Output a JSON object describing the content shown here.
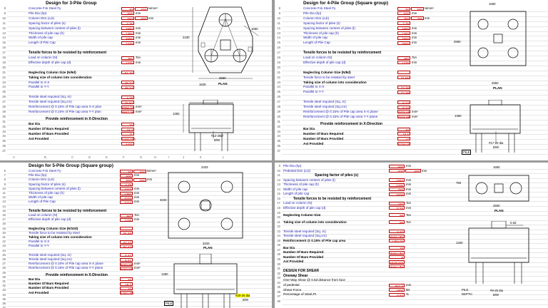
{
  "q1": {
    "title": "Design for 3-Pile Group",
    "rows": [
      "8",
      "9",
      "10",
      "11",
      "12",
      "13",
      "14",
      "15",
      "16",
      "17",
      "18",
      "19",
      "20",
      "21",
      "22",
      "23",
      "24",
      "25",
      "26",
      "27",
      "28",
      "29",
      "30",
      "31",
      "32",
      "33",
      "34",
      "35",
      "36",
      "37"
    ],
    "inputs": [
      {
        "label": "Concrete Fck Steel  Fy",
        "v1": "30",
        "v2": "500",
        "unit": "N/mm²"
      },
      {
        "label": "Pile Dia (hp)",
        "v1": "600",
        "unit": "mm"
      },
      {
        "label": "Column Dim (a,b)",
        "v1": "600",
        "v2": "600",
        "unit": "mm"
      },
      {
        "label": "Spacing factor of piles (s)",
        "v1": "2.75"
      },
      {
        "label": "Spacing between centers of piles (l)",
        "v1": "1650",
        "unit": "mm"
      },
      {
        "label": "Thickness of pile cap (h)",
        "v1": "1350",
        "unit": "mm"
      },
      {
        "label": "Width of pile cap",
        "v1": "2650",
        "unit": "mm"
      },
      {
        "label": "Length of Pile Cap",
        "v1": "2430",
        "unit": "mm"
      }
    ],
    "tensile_head": "Tensile forces to be resisted by reinforcement",
    "load": {
      "label": "Load on column (N)",
      "v": "360",
      "unit": "Ton"
    },
    "depth": {
      "label": "Effective depth of pile cap (d)",
      "v": "1275",
      "unit": "mm"
    },
    "neglect": {
      "label": "Neglecting Column Size (N/9d)",
      "v": "51.76"
    },
    "taking": "Taking size of column into consideration",
    "par_x": {
      "label": "Parallel to X-X",
      "v": "48.34"
    },
    "par_y": {
      "label": "Parallel to Y-Y",
      "v": "48.34"
    },
    "steel": [
      {
        "label": "Tensile steel required (Sq. In)",
        "v": "4.29"
      },
      {
        "label": "Tensile steel required (Sq.cm)",
        "v": "25.60"
      },
      {
        "label": "Reinforcement @ 0.15% of Pile cap area X-X plan",
        "v": "5066.33",
        "unit": "mm²"
      },
      {
        "label": "Reinforcement @ 0.15% of Pile cap area Y-Y plan",
        "v": "4847.38",
        "unit": "mm²"
      }
    ],
    "provide_head": "Provide reinforcement in X-Direction",
    "bars": [
      {
        "label": "Bar Dia",
        "v": "25"
      },
      {
        "label": "Number Of Bars Required",
        "v": "10.3"
      },
      {
        "label": "Number Of Bars Provided",
        "v": "11"
      },
      {
        "label": "Ast Provided",
        "v": "5400.000"
      },
      {
        "label": "",
        "v": "5400"
      }
    ],
    "cols": [
      "A",
      "B",
      "C",
      "D",
      "E",
      "F",
      "G",
      "H",
      "I",
      "J",
      "K",
      "L"
    ],
    "dims": {
      "w": "2430",
      "l": "2650",
      "a": "1650",
      "b": "1625",
      "h": "1350",
      "bar": "#12-25Ø",
      "bw": "B/W"
    },
    "plan": "PLAN"
  },
  "q2": {
    "title": "Design for 4-Pile Group (Square group)",
    "rows": [
      "8",
      "9",
      "10",
      "11",
      "12",
      "13",
      "14",
      "15",
      "16",
      "17",
      "18",
      "19",
      "20",
      "21",
      "22",
      "23",
      "24",
      "25",
      "26",
      "27",
      "28",
      "29",
      "30",
      "31",
      "32",
      "33",
      "34",
      "35",
      "36",
      "37"
    ],
    "inputs": [
      {
        "label": "Concrete Fck Steel  Fy",
        "v1": "30",
        "v2": "500",
        "unit": "N/mm²"
      },
      {
        "label": "Pile Dia (hp)",
        "v1": "600",
        "unit": "mm"
      },
      {
        "label": "Column Dim (a,b)",
        "v1": "750",
        "v2": "750",
        "unit": "mm"
      },
      {
        "label": "Spacing factor of piles (s)",
        "v1": "2.75"
      },
      {
        "label": "Spacing between centers of piles (l)",
        "v1": "1650",
        "unit": "mm"
      },
      {
        "label": "Thickness of pile cap (h)",
        "v1": "1350",
        "unit": "mm"
      },
      {
        "label": "Width of pile cap",
        "v1": "2550",
        "unit": "mm"
      },
      {
        "label": "Length of Pile Cap",
        "v1": "2550",
        "unit": "mm"
      }
    ],
    "tensile_head": "Tensile forces to be resisted by reinforcement",
    "load": {
      "label": "Load on column (N)",
      "v": "480",
      "unit": "Ton"
    },
    "depth": {
      "label": "Effective depth of pile cap (d)",
      "v": "1275",
      "unit": "mm"
    },
    "neglect": {
      "label": "Neglecting Column Size (N/8d)",
      "v": ""
    },
    "tens_y": {
      "label": "Tensile force to be resisted by steel",
      "v": "77.65"
    },
    "taking": "Taking size of column into consideration",
    "par_x": {
      "label": "Parallel to X-X",
      "v": "72.38"
    },
    "par_y": {
      "label": "Parallel to Y-Y",
      "v": "72.38"
    },
    "steel": [
      {
        "label": "Tensile steel required (Sq. In)",
        "v": "6.44"
      },
      {
        "label": "Tensile steel required (Sq.cm)",
        "v": "6.44"
      },
      {
        "label": "Reinforcement @ 0.15% of Pile cap area X-X plane",
        "v": "4876.88",
        "unit": "mm²"
      },
      {
        "label": "Reinforcement @ 0.15% of Pile cap area Y-Y plane",
        "v": "4876.88",
        "unit": "mm²"
      }
    ],
    "provide_head": "Provide reinforcement in X-Direction",
    "bars": [
      {
        "label": "Bar Dia",
        "v": "20"
      },
      {
        "label": "Number Of Bars Required",
        "v": "15.5"
      },
      {
        "label": "Number Of Bars Provided",
        "v": "17"
      },
      {
        "label": "Ast Provided",
        "v": "5338.00"
      }
    ],
    "dims": {
      "top": "1650",
      "left": "2550",
      "w": "2550",
      "h": "1350",
      "bar": "#17-20 dia",
      "bw": "B/W",
      "pile": "PILE"
    },
    "plan": "PLAN"
  },
  "q3": {
    "title": "Design for 5-Pile Group (Square group)",
    "rows": [
      "6",
      "7",
      "8",
      "9",
      "10",
      "11",
      "12",
      "13",
      "14",
      "15",
      "16",
      "17",
      "18",
      "19",
      "20",
      "21",
      "22",
      "23",
      "24",
      "25",
      "26",
      "27",
      "28",
      "29",
      "30",
      "31",
      "32",
      "33",
      "34",
      "35",
      "36",
      "37"
    ],
    "inputs": [
      {
        "label": "Concrete Fck Steel  Fy",
        "v1": "30",
        "v2": "500",
        "unit": "N/mm²"
      },
      {
        "label": "Pile Dia (hp)",
        "v1": "600",
        "unit": "mm"
      },
      {
        "label": "Column Dim (a,b)",
        "v1": "600",
        "v2": "600",
        "unit": "mm"
      },
      {
        "label": "Spacing factor of piles (s)",
        "v1": "2.75"
      },
      {
        "label": "Spacing between centers of piles (l)",
        "v1": "2333",
        "unit": "mm"
      },
      {
        "label": "Thickness of pile cap (h)",
        "v1": "1350",
        "unit": "mm"
      },
      {
        "label": "Width of pile cap",
        "v1": "3233",
        "unit": "mm"
      },
      {
        "label": "Length of Pile Cap",
        "v1": "3233",
        "unit": "mm"
      }
    ],
    "tensile_head": "Tensile forces to be resisted by reinforcement",
    "load": {
      "label": "Load on column (N)",
      "v": "360",
      "unit": "Ton"
    },
    "depth": {
      "label": "Effective depth of pile cap (d)",
      "v": "1275",
      "unit": "mm"
    },
    "neglect": {
      "label": "Neglecting Column Size (N/10d)",
      "v": ""
    },
    "tens_y": {
      "label": "Tensile force to be resisted by steel",
      "v": "65.88"
    },
    "taking": "Taking size of column into consideration",
    "par_x": {
      "label": "Parallel to X-X",
      "v": "64.43"
    },
    "par_y": {
      "label": "Parallel to Y-Y",
      "v": "64.43"
    },
    "steel": [
      {
        "label": "Tensile steel required (Sq. In)",
        "v": "5.41"
      },
      {
        "label": "Tensile steel required (Sq.cm)",
        "v": "5.41"
      },
      {
        "label": "Reinforcement @ 0.15% of Pile cap area X-X plane",
        "v": "6182.55",
        "unit": "mm²"
      },
      {
        "label": "Reinforcement @ 0.15% of Pile cap area Y-Y plane",
        "v": "6182.55",
        "unit": "mm²"
      }
    ],
    "provide_head": "Provide reinforcement in X-Direction",
    "bars": [
      {
        "label": "Bar Dia",
        "v": "20"
      },
      {
        "label": "Number Of Bars Required",
        "v": "19.7"
      },
      {
        "label": "Number Of Bars Provided",
        "v": "20"
      },
      {
        "label": "Ast Provided",
        "v": "6280.000"
      }
    ],
    "dims": {
      "top": "2333",
      "left": "3233",
      "w": "3233",
      "h": "1350",
      "bar": "#20-20 dia",
      "bw": "B/W",
      "pile": "PILE"
    },
    "plan": "PLAN"
  },
  "q4": {
    "rows": [
      "9",
      "10",
      "11",
      "12",
      "13",
      "14",
      "15",
      "16",
      "17",
      "18",
      "19",
      "20",
      "21",
      "22",
      "23",
      "24",
      "25",
      "26",
      "27",
      "28",
      "29",
      "30",
      "31",
      "32",
      "33",
      "34",
      "35",
      "36",
      "37",
      "38"
    ],
    "pile_dia": {
      "label": "Pile Dia (hp)",
      "v": "600",
      "unit": "mm"
    },
    "ped_dia": {
      "label": "Pedestal Dim (a,b)",
      "v": "600",
      "v2": "600",
      "unit": "mm"
    },
    "spacing_head": "Spacing factor of piles (s)",
    "spacing": [
      {
        "label": "Spacing between centers of piles (l)",
        "v": "1650",
        "unit": "mm"
      },
      {
        "label": "Thickness of pile cap (h)",
        "v": "1200",
        "unit": "mm"
      },
      {
        "label": "Width of pile cap",
        "v": "750",
        "unit": "mm"
      },
      {
        "label": "Length of pile cap",
        "v": "2500",
        "unit": "mm"
      }
    ],
    "tensile_head": "Tensile forces to be resisted by reinforcement",
    "load": {
      "label": "Load on column (N)",
      "v": "240",
      "unit": "Ton"
    },
    "depth": {
      "label": "Effective depth of pile cap (d)",
      "v": "1125",
      "unit": "mm"
    },
    "neglect": {
      "label": "Neglecting Column Size",
      "v": "88",
      "unit": "Ton"
    },
    "taking": {
      "label": "Taking size of column into consideration",
      "v": "88",
      "unit": "Ton"
    },
    "steel": [
      {
        "label": "Tensile steel required (Sq. In)",
        "v": "5.97"
      },
      {
        "label": "Tensile steel required (Sq.cm)",
        "v": "#VALUE!"
      },
      {
        "label": "Reinforcement @ 0.15% of Pile cap area",
        "v": "1350.00"
      }
    ],
    "bars": [
      {
        "label": "Bar Dia",
        "v": "25"
      },
      {
        "label": "Number Of Bars Required",
        "v": "#VALUE!"
      },
      {
        "label": "Number Of Bars Provided",
        "v": "9"
      },
      {
        "label": "Ast Provided",
        "v": "4418.010"
      },
      {
        "label": "",
        "v": "#VALUE!"
      }
    ],
    "shear_head": "DESIGN FOR SHEAR",
    "oneway": "Oneway Shear",
    "shear": [
      {
        "label": "One-Way shear @ 0.5d distance from face",
        "v": ""
      },
      {
        "label": "of pedestal",
        "v": "562.5",
        "unit": "mm"
      },
      {
        "label": "Shear Force",
        "v": "1800",
        "unit": "kN"
      },
      {
        "label": "Percentage of Steel,Pt",
        "v": "0.52",
        "unit": "%"
      }
    ],
    "dims": {
      "top": "1650",
      "left": "750",
      "w": "2500",
      "h": "1200",
      "d": "0.5d",
      "bar": "#9-25 dia",
      "bw": "B/W",
      "pile": "PILE",
      "depth": "DEPTH"
    },
    "plan": "PLAN"
  }
}
